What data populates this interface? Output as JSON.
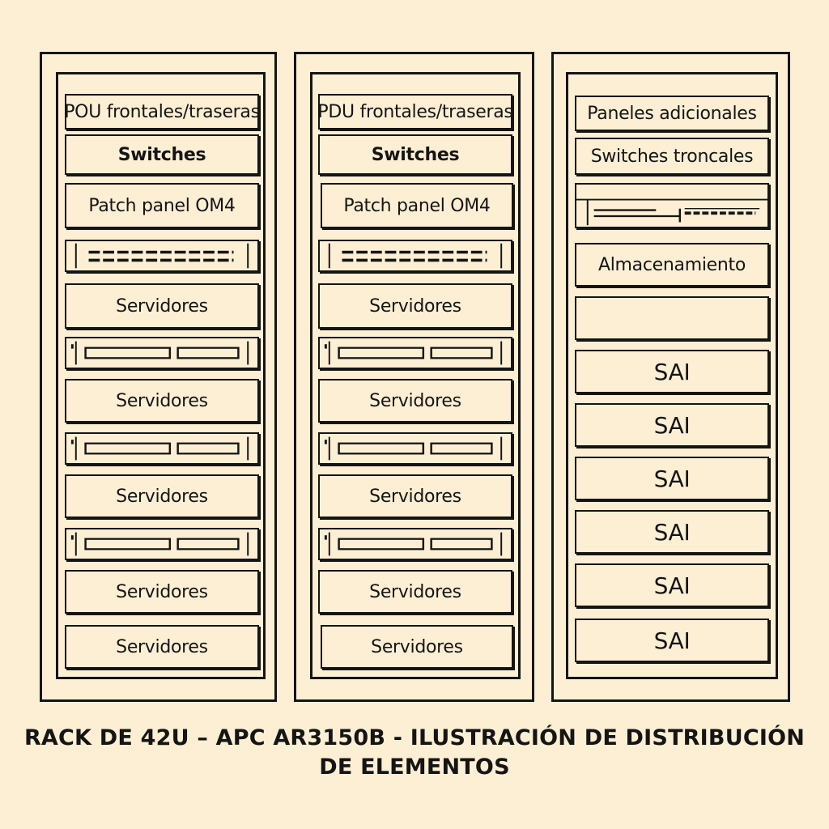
{
  "racks": [
    {
      "units": [
        {
          "type": "label",
          "text": "POU frontales/traseras"
        },
        {
          "type": "label",
          "text": "Switches",
          "bold": true
        },
        {
          "type": "label",
          "text": "Patch panel OM4"
        },
        {
          "type": "patch-panel"
        },
        {
          "type": "label",
          "text": "Servidores"
        },
        {
          "type": "server-blank"
        },
        {
          "type": "label",
          "text": "Servidores"
        },
        {
          "type": "server-blank"
        },
        {
          "type": "label",
          "text": "Servidores"
        },
        {
          "type": "server-blank"
        },
        {
          "type": "label",
          "text": "Servidores"
        },
        {
          "type": "label",
          "text": "Servidores"
        }
      ]
    },
    {
      "units": [
        {
          "type": "label",
          "text": "PDU frontales/traseras"
        },
        {
          "type": "label",
          "text": "Switches",
          "bold": true
        },
        {
          "type": "label",
          "text": "Patch panel OM4"
        },
        {
          "type": "patch-panel"
        },
        {
          "type": "label",
          "text": "Servidores"
        },
        {
          "type": "server-blank"
        },
        {
          "type": "label",
          "text": "Servidores"
        },
        {
          "type": "server-blank"
        },
        {
          "type": "label",
          "text": "Servidores"
        },
        {
          "type": "server-blank"
        },
        {
          "type": "label",
          "text": "Servidores"
        },
        {
          "type": "label",
          "text": "Servidores"
        }
      ]
    },
    {
      "units": [
        {
          "type": "label",
          "text": "Paneles adicionales"
        },
        {
          "type": "label",
          "text": "Switches troncales"
        },
        {
          "type": "trunk-panel"
        },
        {
          "type": "label",
          "text": "Almacenamiento"
        },
        {
          "type": "empty"
        },
        {
          "type": "label",
          "text": "SAI",
          "sai": true
        },
        {
          "type": "label",
          "text": "SAI",
          "sai": true
        },
        {
          "type": "label",
          "text": "SAI",
          "sai": true
        },
        {
          "type": "label",
          "text": "SAI",
          "sai": true
        },
        {
          "type": "label",
          "text": "SAI",
          "sai": true
        },
        {
          "type": "label",
          "text": "SAI",
          "sai": true
        }
      ]
    }
  ],
  "caption": {
    "line1": "RACK DE 42U – APC AR3150B - ILUSTRACIÓN DE DISTRIBUCIÓN",
    "line2": "DE ELEMENTOS"
  }
}
